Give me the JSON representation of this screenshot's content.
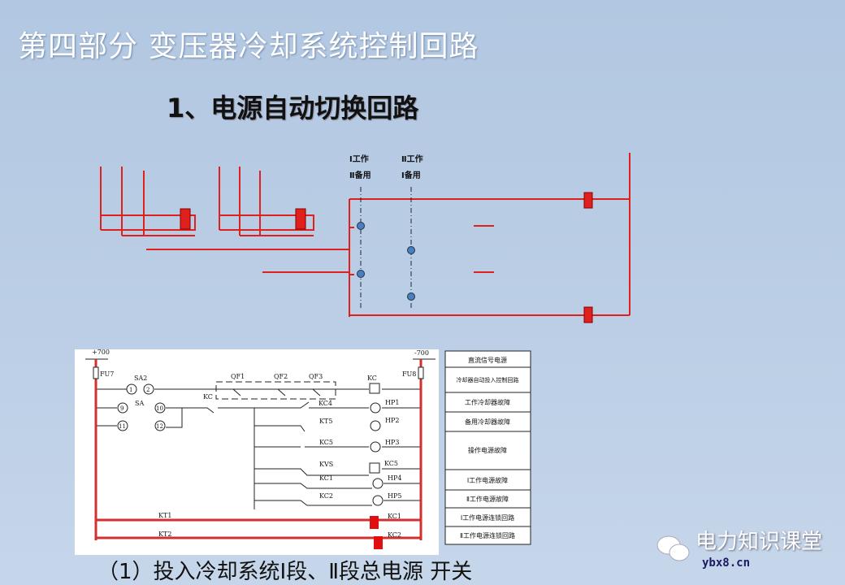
{
  "slide": {
    "title": "第四部分 变压器冷却系统控制回路",
    "subtitle": "1、电源自动切换回路",
    "caption": "（1）投入冷却系统Ⅰ段、Ⅱ段总电源 开关"
  },
  "switch_diagram": {
    "col1_top": "Ⅰ工作",
    "col1_bottom": "Ⅱ备用",
    "col2_top": "Ⅱ工作",
    "col2_bottom": "Ⅰ备用",
    "line_color": "#e0201c",
    "contact_color": "#4a7ec0"
  },
  "circuit": {
    "bus_plus": "+700",
    "bus_minus": "-700",
    "labels": {
      "fu7": "FU7",
      "fu8": "FU8",
      "sa2": "SA2",
      "sa": "SA",
      "t1": "1",
      "t2": "2",
      "t9": "9",
      "t10": "10",
      "t11": "11",
      "t12": "12",
      "qf1": "QF1",
      "qf2": "QF2",
      "qf3": "QF3",
      "kc_coil": "KC",
      "kc_contact": "KC",
      "kc4": "KC4",
      "hp1": "HP1",
      "kt5": "KT5",
      "hp2": "HP2",
      "kc5": "KC5",
      "hp3": "HP3",
      "kvs": "KVS",
      "kc5_coil": "KC5",
      "kc1": "KC1",
      "hp4": "HP4",
      "kc2": "KC2",
      "hp5": "HP5",
      "kt1": "KT1",
      "kt2": "KT2",
      "kc1_coil": "KC1",
      "kc2_coil": "KC2"
    },
    "legend": [
      "直流信号电源",
      "冷却器自动投入控制回路",
      "工作冷却器故障",
      "备用冷却器故障",
      "操作电源故障",
      "Ⅰ工作电源故障",
      "Ⅱ工作电源故障",
      "Ⅰ工作电源连锁回路",
      "Ⅱ工作电源连锁回路"
    ]
  },
  "watermark": {
    "name": "电力知识课堂",
    "url": "ybx8.cn",
    "icon": "wechat-icon"
  }
}
